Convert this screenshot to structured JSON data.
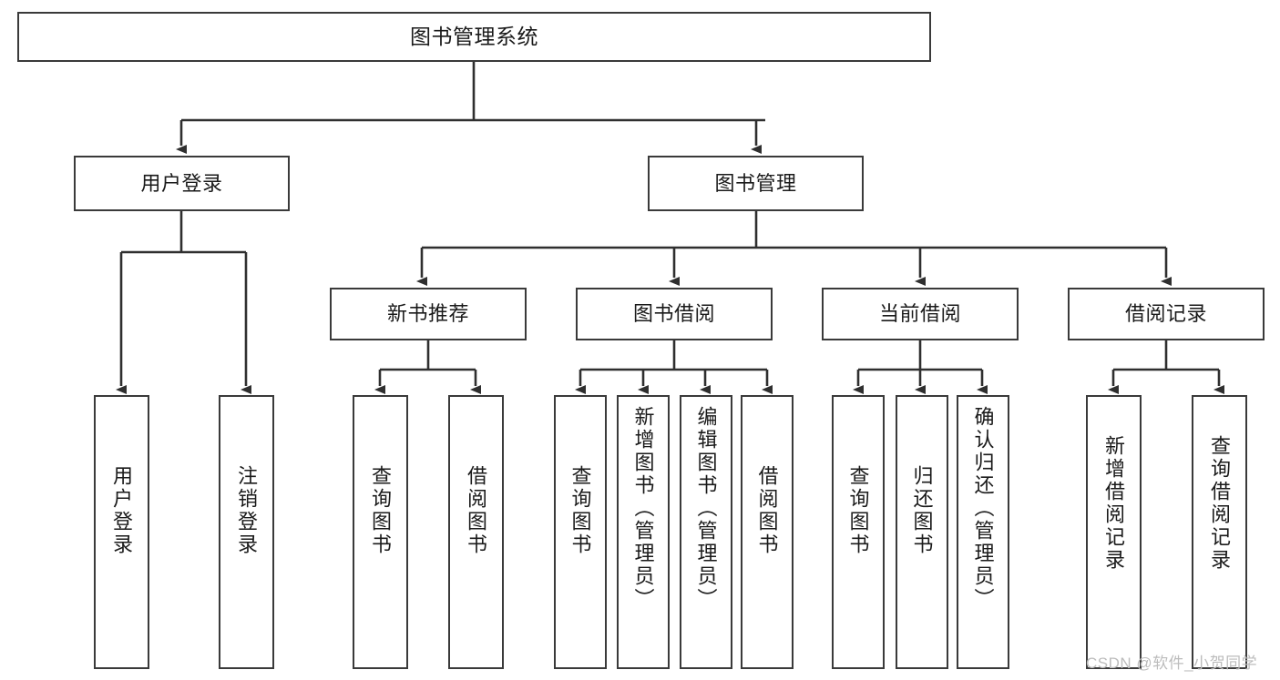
{
  "diagram": {
    "title": "图书管理系统",
    "type": "tree",
    "orientation": "top-down",
    "colors": {
      "node_border": "#3a3a3a",
      "node_fill": "#ffffff",
      "edge": "#2f2f2f",
      "text": "#1a1a1a",
      "watermark": "#bcbcbc",
      "background": "#ffffff"
    },
    "root": {
      "id": "root",
      "label": "图书管理系统"
    },
    "level2": [
      {
        "id": "user-login",
        "label": "用户登录"
      },
      {
        "id": "book-manage",
        "label": "图书管理"
      }
    ],
    "level3": [
      {
        "id": "new-book-rec",
        "label": "新书推荐",
        "parent": "book-manage"
      },
      {
        "id": "book-borrow",
        "label": "图书借阅",
        "parent": "book-manage"
      },
      {
        "id": "current-borrow",
        "label": "当前借阅",
        "parent": "book-manage"
      },
      {
        "id": "borrow-record",
        "label": "借阅记录",
        "parent": "book-manage"
      }
    ],
    "leaves": [
      {
        "id": "leaf-user-login",
        "label": "用户登录",
        "parent": "user-login"
      },
      {
        "id": "leaf-logout-login",
        "label": "注销登录",
        "parent": "user-login"
      },
      {
        "id": "leaf-query-book-1",
        "label": "查询图书",
        "parent": "new-book-rec"
      },
      {
        "id": "leaf-borrow-book-1",
        "label": "借阅图书",
        "parent": "new-book-rec"
      },
      {
        "id": "leaf-query-book-2",
        "label": "查询图书",
        "parent": "book-borrow"
      },
      {
        "id": "leaf-add-book",
        "label": "新增图书（管理员）",
        "parent": "book-borrow"
      },
      {
        "id": "leaf-edit-book",
        "label": "编辑图书（管理员）",
        "parent": "book-borrow"
      },
      {
        "id": "leaf-borrow-book-2",
        "label": "借阅图书",
        "parent": "book-borrow"
      },
      {
        "id": "leaf-query-book-3",
        "label": "查询图书",
        "parent": "current-borrow"
      },
      {
        "id": "leaf-return-book",
        "label": "归还图书",
        "parent": "current-borrow"
      },
      {
        "id": "leaf-confirm-return",
        "label": "确认归还（管理员）",
        "parent": "current-borrow"
      },
      {
        "id": "leaf-add-record",
        "label": "新增借阅记录",
        "parent": "borrow-record"
      },
      {
        "id": "leaf-query-record",
        "label": "查询借阅记录",
        "parent": "borrow-record"
      }
    ]
  },
  "watermark": {
    "text": "CSDN @软件_小贺同学"
  }
}
